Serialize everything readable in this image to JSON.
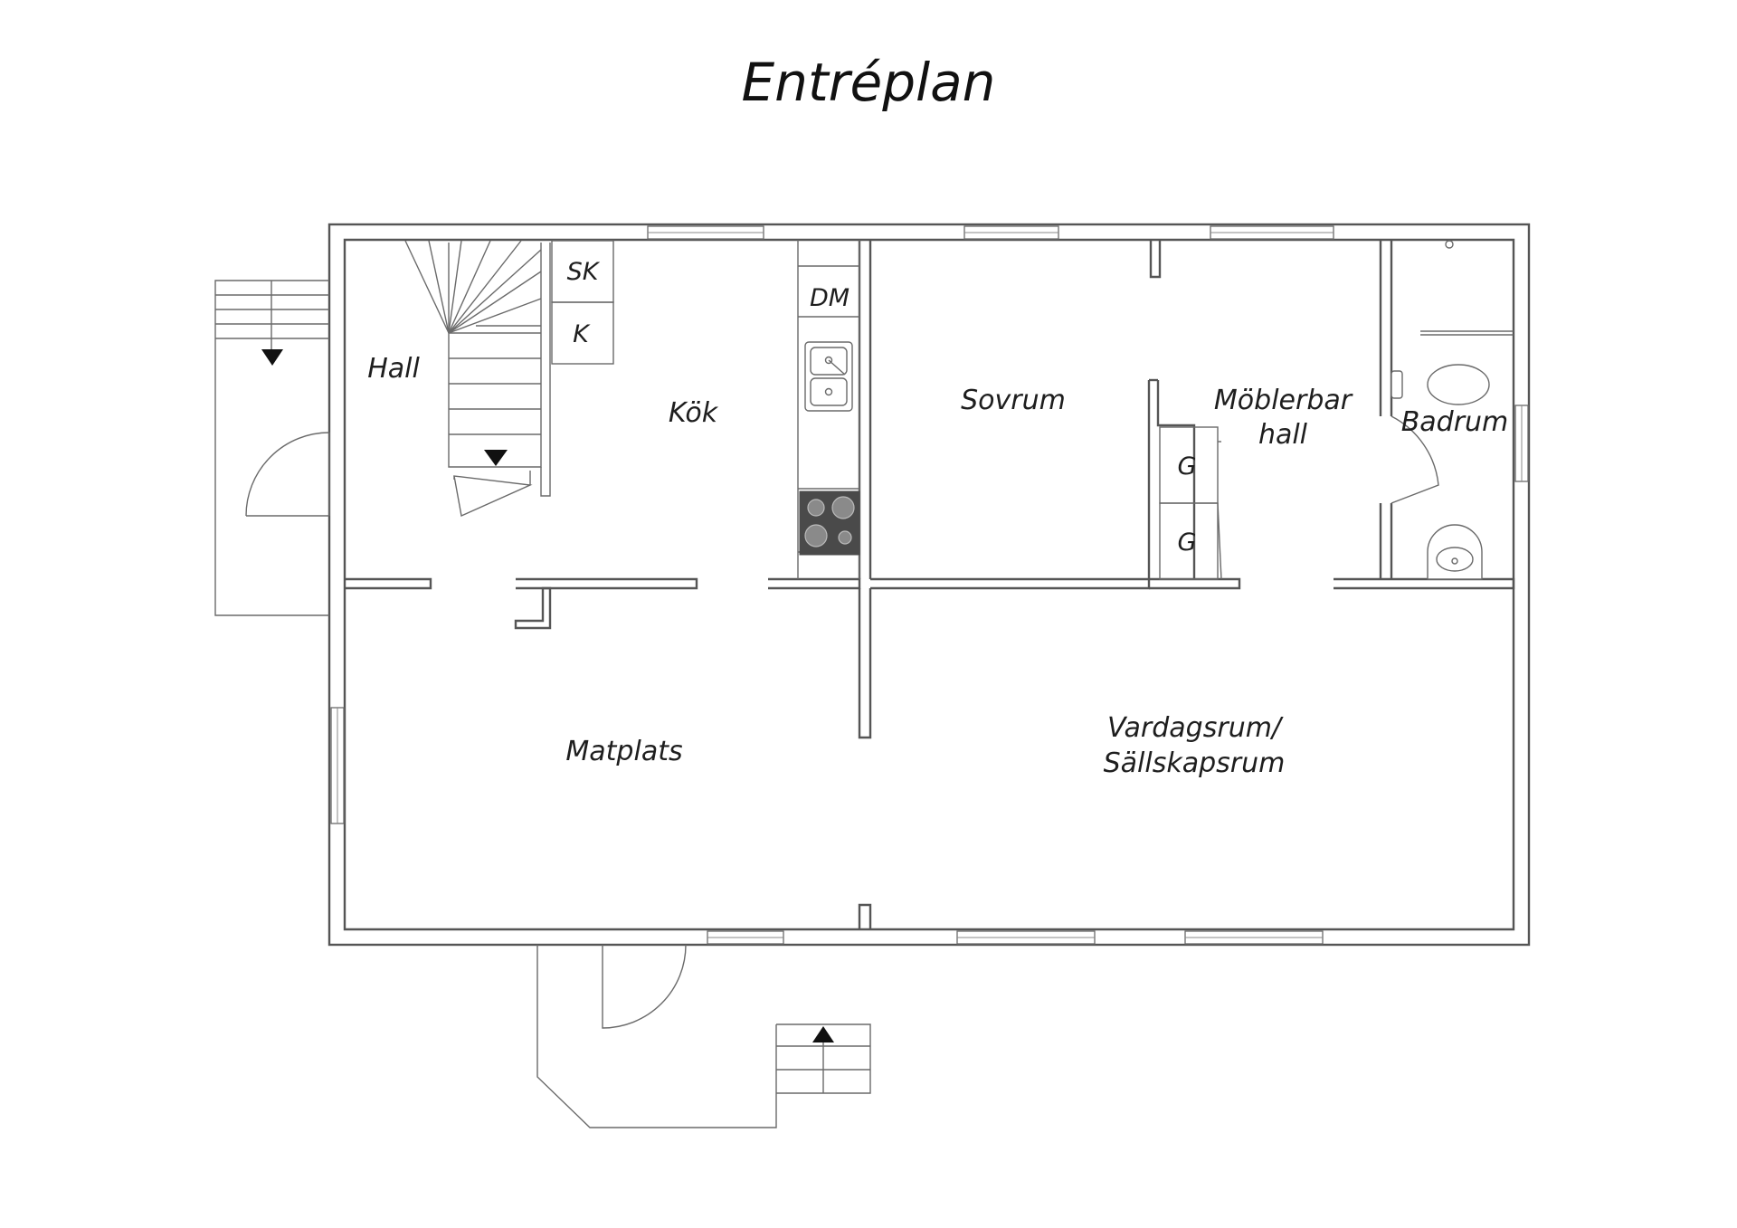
{
  "plan": {
    "title": "Entréplan",
    "rooms": {
      "hall": "Hall",
      "kok": "Kök",
      "sovrum": "Sovrum",
      "moblerbar_line1": "Möblerbar",
      "moblerbar_line2": "hall",
      "badrum": "Badrum",
      "matplats": "Matplats",
      "vardagsrum_line1": "Vardagsrum/",
      "vardagsrum_line2": "Sällskapsrum"
    },
    "fixtures": {
      "storage_sk": "SK",
      "fridge_k": "K",
      "dishwasher_dm": "DM",
      "wardrobe_1": "G",
      "wardrobe_2": "G"
    },
    "colors": {
      "wall": "#555555",
      "stove": "#4a4a4a",
      "text": "#1e1e1e"
    }
  }
}
